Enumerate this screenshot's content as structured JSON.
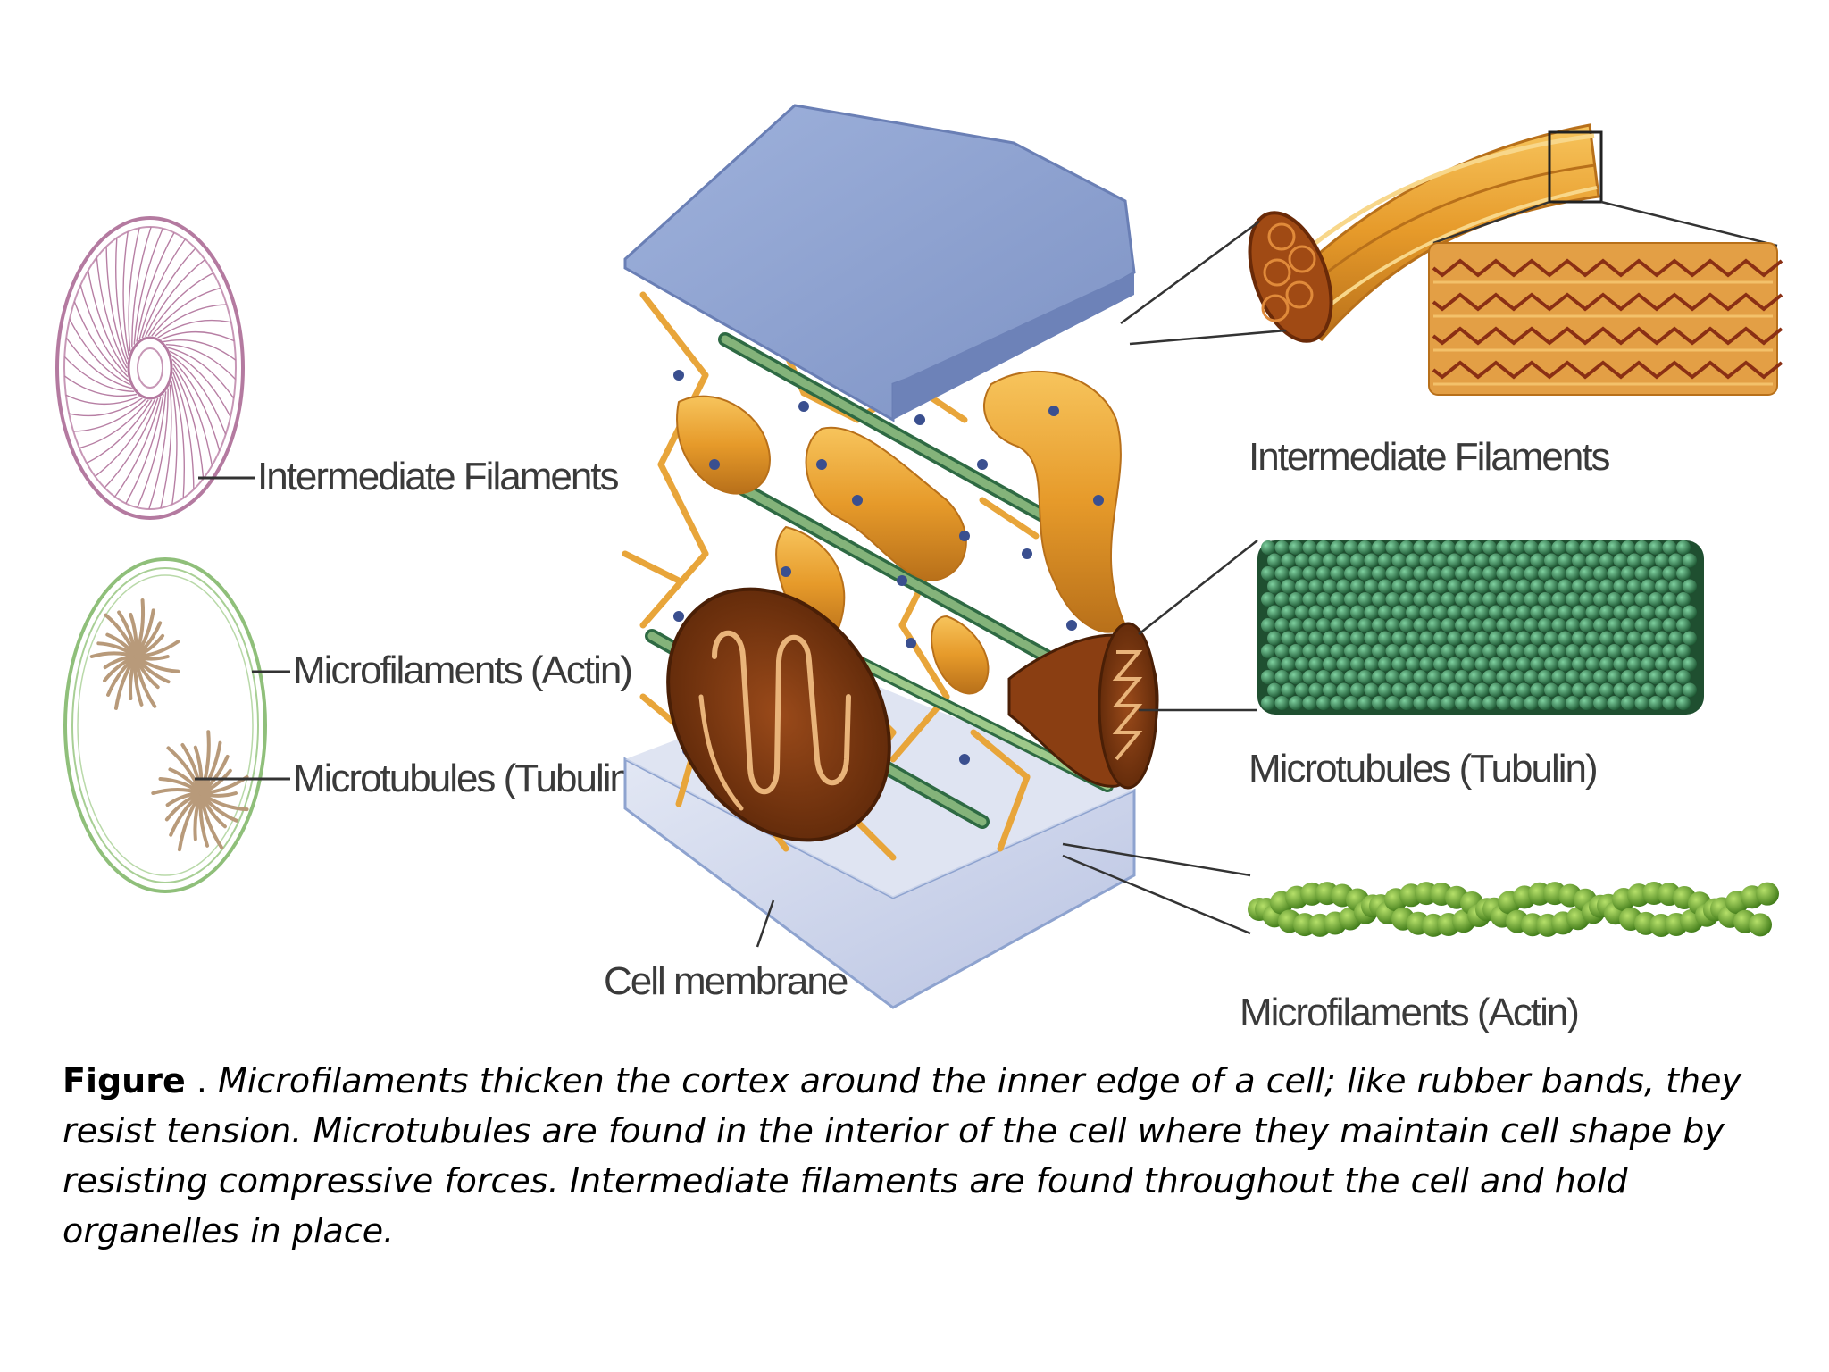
{
  "labels": {
    "left_intermediate": "Intermediate Filaments",
    "left_microfilaments": "Microfilaments (Actin)",
    "left_microtubules": "Microtubules (Tubulin)",
    "cell_membrane": "Cell membrane",
    "right_intermediate": "Intermediate Filaments",
    "right_microtubules": "Microtubules (Tubulin)",
    "right_microfilaments": "Microfilaments (Actin)"
  },
  "caption": {
    "bold": "Figure",
    "sep": " . ",
    "text": "Microfilaments thicken the cortex around the inner edge of a cell; like rubber bands, they resist tension. Microtubules are found in the interior of the cell where they maintain cell shape by resisting compressive forces. Intermediate filaments are found throughout the cell and hold organelles in place."
  },
  "colors": {
    "intermediate_cell": "#b47aa0",
    "micro_cell": "#8fbf7a",
    "actin_fibers": "#b89a7a",
    "membrane": "#8ea3cf",
    "network": "#e8a53a",
    "mitochondrion": "#7a3a12",
    "microtubule": "#2e6a43",
    "actin": "#5f9a2a"
  }
}
